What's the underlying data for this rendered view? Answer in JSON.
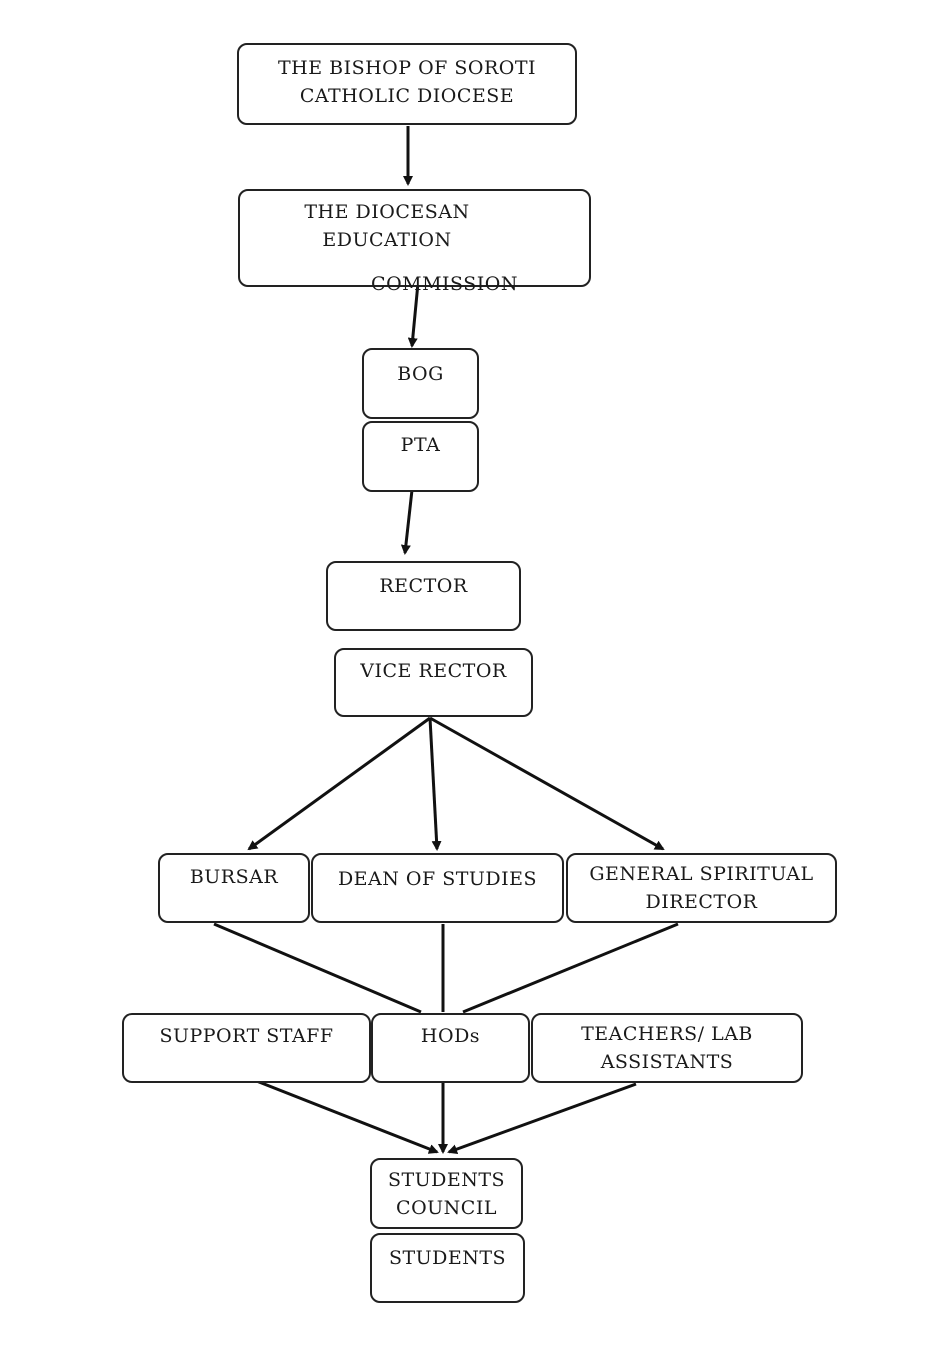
{
  "diagram": {
    "nodes": {
      "bishop": {
        "lines": [
          "THE BISHOP OF SOROTI",
          "CATHOLIC DIOCESE"
        ]
      },
      "commission": {
        "lines": [
          "THE DIOCESAN EDUCATION",
          "COMMISSION"
        ]
      },
      "bog": {
        "lines": [
          "BOG"
        ]
      },
      "pta": {
        "lines": [
          "PTA"
        ]
      },
      "rector": {
        "lines": [
          "RECTOR"
        ]
      },
      "vice_rector": {
        "lines": [
          "VICE RECTOR"
        ]
      },
      "bursar": {
        "lines": [
          "BURSAR"
        ]
      },
      "dean": {
        "lines": [
          "DEAN OF STUDIES"
        ]
      },
      "spiritual": {
        "lines": [
          "GENERAL SPIRITUAL",
          "DIRECTOR"
        ]
      },
      "support": {
        "lines": [
          "SUPPORT STAFF"
        ]
      },
      "hods": {
        "lines": [
          "HODs"
        ]
      },
      "teachers": {
        "lines": [
          "TEACHERS/ LAB",
          "ASSISTANTS"
        ]
      },
      "council": {
        "lines": [
          "STUDENTS",
          "COUNCIL"
        ]
      },
      "students": {
        "lines": [
          "STUDENTS"
        ]
      }
    },
    "edges": [
      {
        "from": "bishop",
        "to": "commission",
        "arrow": true
      },
      {
        "from": "commission",
        "to": "bog",
        "arrow": true
      },
      {
        "from": "pta",
        "to": "rector",
        "arrow": true
      },
      {
        "from": "vice_rector",
        "to": "bursar",
        "arrow": true
      },
      {
        "from": "vice_rector",
        "to": "dean",
        "arrow": true
      },
      {
        "from": "vice_rector",
        "to": "spiritual",
        "arrow": true
      },
      {
        "from": "bursar",
        "to": "hods",
        "arrow": false
      },
      {
        "from": "dean",
        "to": "hods",
        "arrow": false
      },
      {
        "from": "spiritual",
        "to": "hods",
        "arrow": false
      },
      {
        "from": "support",
        "to": "council",
        "arrow": true
      },
      {
        "from": "hods",
        "to": "council",
        "arrow": true
      },
      {
        "from": "teachers",
        "to": "council",
        "arrow": true
      }
    ]
  }
}
